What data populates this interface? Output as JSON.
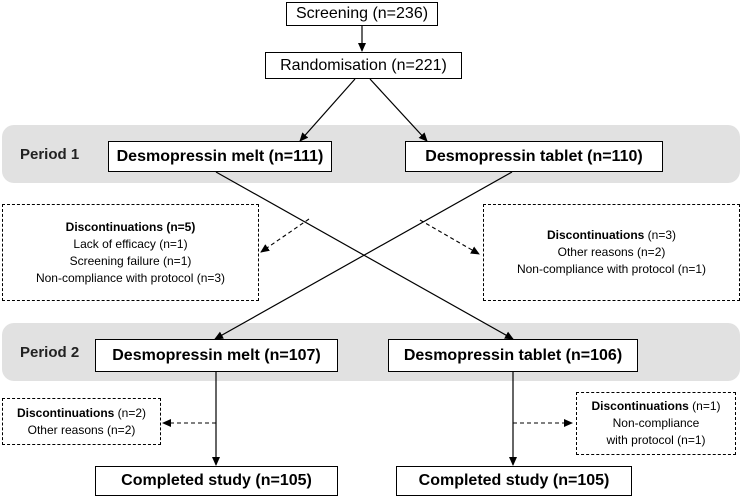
{
  "screening": "Screening (n=236)",
  "randomisation": "Randomisation (n=221)",
  "period1": {
    "label": "Period 1",
    "melt": "Desmopressin melt (n=111)",
    "tablet": "Desmopressin tablet (n=110)"
  },
  "disc_left": {
    "title": "Discontinuations (n=5)",
    "lines": [
      "Lack of efficacy (n=1)",
      "Screening failure (n=1)",
      "Non-compliance with protocol (n=3)"
    ]
  },
  "disc_right": {
    "title": "Discontinuations",
    "count": " (n=3)",
    "lines": [
      "Other reasons (n=2)",
      "Non-compliance with protocol (n=1)"
    ]
  },
  "period2": {
    "label": "Period 2",
    "melt": "Desmopressin melt (n=107)",
    "tablet": "Desmopressin tablet (n=106)"
  },
  "disc_p2_left": {
    "title": "Discontinuations",
    "count": " (n=2)",
    "lines": [
      "Other reasons (n=2)"
    ]
  },
  "disc_p2_right": {
    "title": "Discontinuations",
    "count": " (n=1)",
    "lines": [
      "Non-compliance",
      "with protocol (n=1)"
    ]
  },
  "completed_left": "Completed study (n=105)",
  "completed_right": "Completed study (n=105)"
}
